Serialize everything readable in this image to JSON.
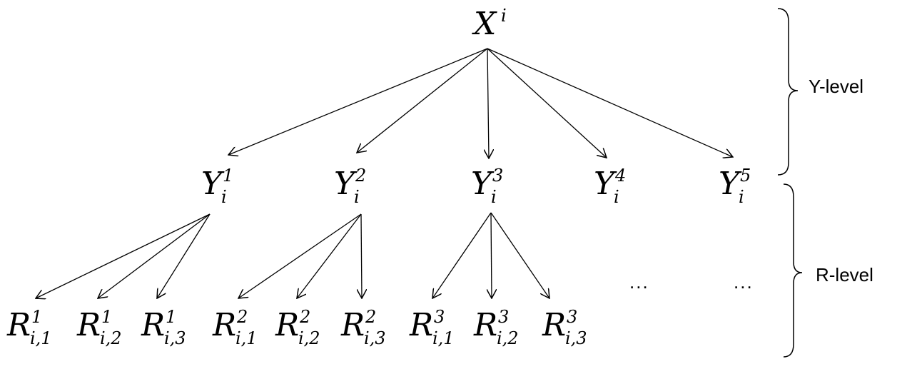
{
  "root": {
    "base": "X",
    "sup": "i"
  },
  "y_nodes": [
    {
      "base": "Y",
      "sup": "1",
      "sub": "i"
    },
    {
      "base": "Y",
      "sup": "2",
      "sub": "i"
    },
    {
      "base": "Y",
      "sup": "3",
      "sub": "i"
    },
    {
      "base": "Y",
      "sup": "4",
      "sub": "i"
    },
    {
      "base": "Y",
      "sup": "5",
      "sub": "i"
    }
  ],
  "r_nodes": [
    {
      "base": "R",
      "sup": "1",
      "sub": "i,1",
      "parent": 0
    },
    {
      "base": "R",
      "sup": "1",
      "sub": "i,2",
      "parent": 0
    },
    {
      "base": "R",
      "sup": "1",
      "sub": "i,3",
      "parent": 0
    },
    {
      "base": "R",
      "sup": "2",
      "sub": "i,1",
      "parent": 1
    },
    {
      "base": "R",
      "sup": "2",
      "sub": "i,2",
      "parent": 1
    },
    {
      "base": "R",
      "sup": "2",
      "sub": "i,3",
      "parent": 1
    },
    {
      "base": "R",
      "sup": "3",
      "sub": "i,1",
      "parent": 2
    },
    {
      "base": "R",
      "sup": "3",
      "sub": "i,2",
      "parent": 2
    },
    {
      "base": "R",
      "sup": "3",
      "sub": "i,3",
      "parent": 2
    }
  ],
  "ellipses": [
    "...",
    "..."
  ],
  "levels": {
    "y_label": "Y-level",
    "r_label": "R-level"
  }
}
